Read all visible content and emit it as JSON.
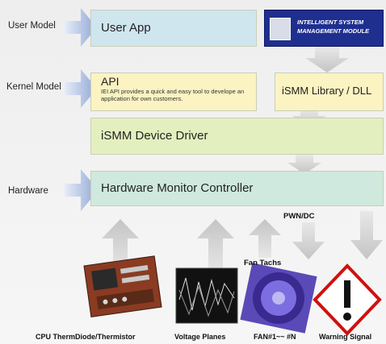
{
  "layers": {
    "user_model": "User Model",
    "kernel_model": "Kernel Model",
    "hardware": "Hardware"
  },
  "boxes": {
    "user_app": "User App",
    "api_title": "API",
    "api_desc": "IEI API provides a quick and easy tool to develope an application for own customers.",
    "ismm_library": "iSMM Library / DLL",
    "ismm_driver": "iSMM Device Driver",
    "hardware_monitor": "Hardware Monitor Controller"
  },
  "logo": {
    "line1": "INTELLIGENT SYSTEM",
    "line2": "MANAGEMENT MODULE"
  },
  "signals": {
    "pwm_dc": "PWN/DC",
    "fan_tachs": "Fan Tachs"
  },
  "devices": {
    "cpu": "CPU ThermDiode/Thermistor",
    "voltage": "Voltage Planes",
    "fan": "FAN#1~~ #N",
    "warning": "Warning Signal"
  },
  "colors": {
    "arrow_blue": "#9fb3dd",
    "arrow_gray": "#c8c8c8",
    "logo_blue": "#1f2f8f"
  }
}
